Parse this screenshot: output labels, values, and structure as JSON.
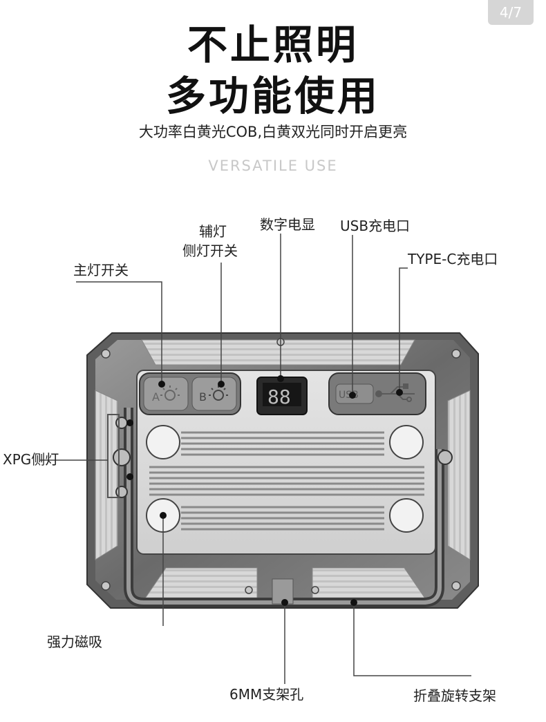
{
  "page_indicator": "4/7",
  "headline": {
    "line1": "不止照明",
    "line2": "多功能使用"
  },
  "subtitle": "大功率白黄光COB,白黄双光同时开启更亮",
  "english_tag": "VERSATILE USE",
  "device": {
    "button_a": "A",
    "button_b": "B",
    "usb_port_text": "USB",
    "display_digits": "88"
  },
  "callouts": {
    "main_switch": "主灯开关",
    "aux_switch_line1": "辅灯",
    "aux_switch_line2": "侧灯开关",
    "digital_display": "数字电显",
    "usb_port": "USB充电口",
    "typec_port": "TYPE-C充电口",
    "xpg_side_light": "XPG侧灯",
    "magnet": "强力磁吸",
    "mount_hole": "6MM支架孔",
    "folding_stand": "折叠旋转支架"
  }
}
